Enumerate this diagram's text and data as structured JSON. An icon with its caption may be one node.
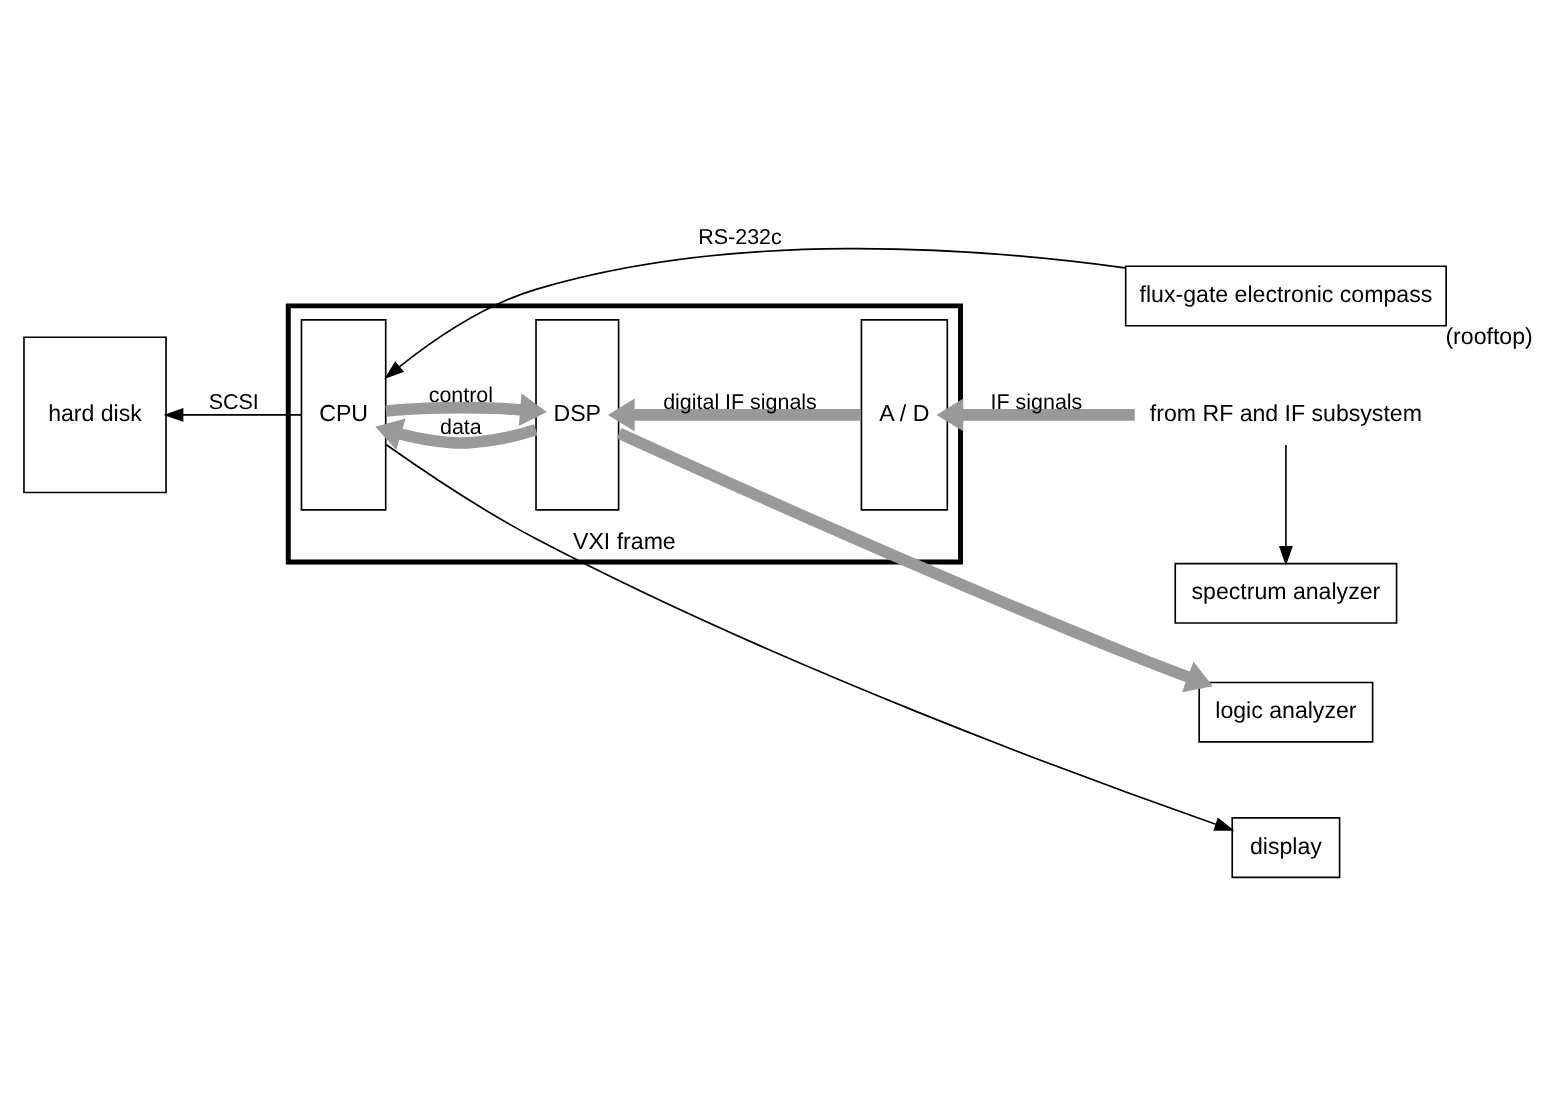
{
  "diagram": {
    "nodes": [
      {
        "text": [
          "flux-gate electronic compass"
        ],
        "beside": [
          "(rooftop)"
        ]
      },
      {
        "text": [
          "display"
        ]
      },
      {
        "text": [
          "logic analyzer"
        ]
      },
      {
        "text": [
          "spectrum analyzer"
        ]
      },
      {
        "text": [
          "VXI frame"
        ]
      },
      {
        "text": [
          "CPU"
        ],
        "in": 4
      },
      {
        "text": [
          "DSP"
        ],
        "in": 4
      },
      {
        "text": [
          "A / D"
        ],
        "in": 4
      },
      {
        "text": [
          "hard disk"
        ]
      },
      {
        "text": [
          "from RF and IF subsystem"
        ]
      }
    ],
    "edges": [
      {
        "from": 0,
        "to": 5,
        "arrow": "to",
        "label": "RS-232c",
        "color": "#000000"
      },
      {
        "from": 5,
        "to": 1,
        "arrow": "to",
        "color": "#000000"
      },
      {
        "from": 6,
        "to": 2,
        "arrow": "to",
        "color": "#999999"
      },
      {
        "from": 5,
        "to": 6,
        "arrow": "to",
        "label": "control",
        "color": "#999999"
      },
      {
        "from": 6,
        "to": 5,
        "arrow": "to",
        "label": "data",
        "color": "#999999"
      },
      {
        "from": 7,
        "to": 6,
        "arrow": "to",
        "label": "digital IF signals",
        "color": "#999999"
      },
      {
        "from": 9,
        "to": 7,
        "arrow": "to",
        "label": "IF signals",
        "color": "#999999"
      },
      {
        "from": 9,
        "to": 3,
        "arrow": "to",
        "color": "#000000"
      },
      {
        "from": 5,
        "to": 8,
        "arrow": "to",
        "label": "SCSI",
        "color": "#000000"
      }
    ]
  }
}
